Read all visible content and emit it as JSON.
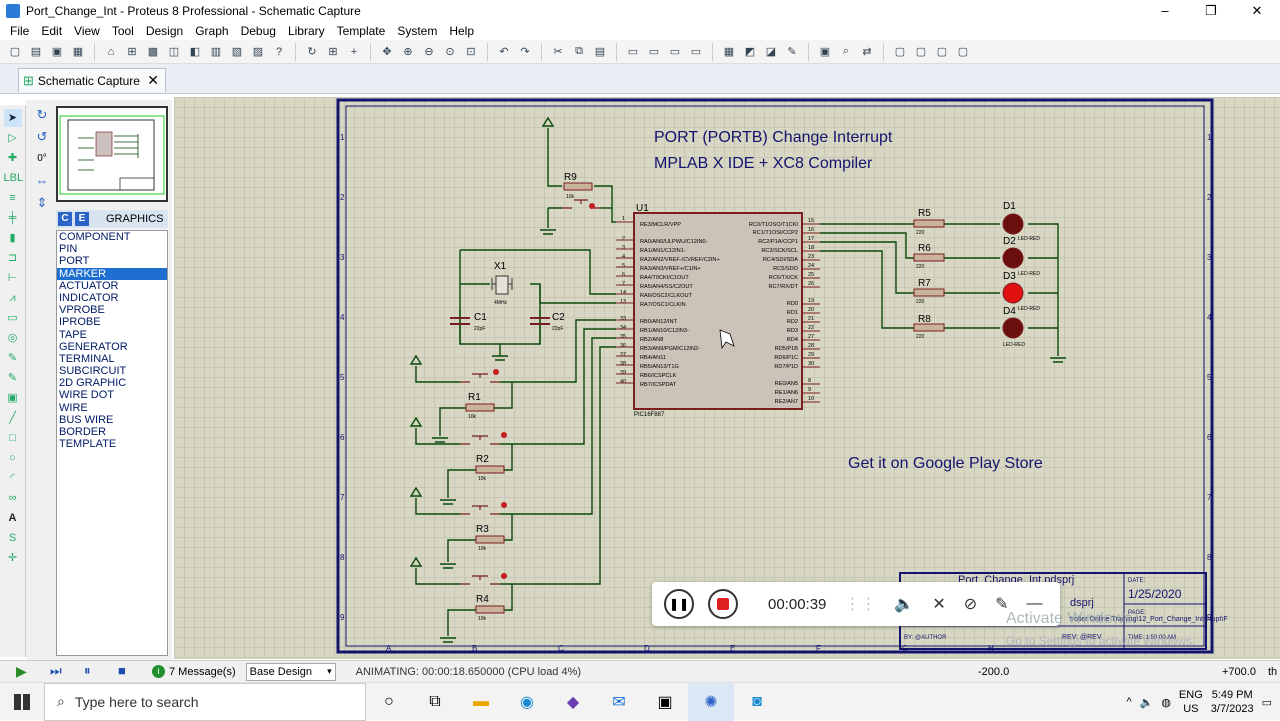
{
  "window": {
    "title": "Port_Change_Int - Proteus 8 Professional - Schematic Capture",
    "minimize": "–",
    "maximize": "❐",
    "close": "✕"
  },
  "menu": [
    "File",
    "Edit",
    "View",
    "Tool",
    "Design",
    "Graph",
    "Debug",
    "Library",
    "Template",
    "System",
    "Help"
  ],
  "tab": {
    "label": "Schematic Capture",
    "close": "✕"
  },
  "side_panel": {
    "rotation": "0°",
    "header": "GRAPHICS",
    "mode_c": "C",
    "mode_e": "E",
    "modes": [
      "COMPONENT",
      "PIN",
      "PORT",
      "MARKER",
      "ACTUATOR",
      "INDICATOR",
      "VPROBE",
      "IPROBE",
      "TAPE",
      "GENERATOR",
      "TERMINAL",
      "SUBCIRCUIT",
      "2D GRAPHIC",
      "WIRE DOT",
      "WIRE",
      "BUS WIRE",
      "BORDER",
      "TEMPLATE"
    ],
    "selected": "MARKER"
  },
  "schematic": {
    "heading1": "PORT (PORTB) Change Interrupt",
    "heading2": "MPLAB X IDE + XC8 Compiler",
    "footer_text": "Get it on Google Play Store",
    "mcu_ref": "U1",
    "mcu_part": "PIC16F887",
    "mcu_pins_left": [
      "RE3/MCLR/VPP",
      "RA0/AN0/ULPWU/C12IN0-",
      "RA1/AN1/C12IN1-",
      "RA2/AN2/VREF-/CVREF/C2IN+",
      "RA3/AN3/VREF+/C1IN+",
      "RA4/T0CKI/C1OUT",
      "RA5/AN4/SS/C2OUT",
      "RA6/OSC2/CLKOUT",
      "RA7/OSC1/CLKIN",
      "RB0/AN12/INT",
      "RB1/AN10/C12IN3-",
      "RB2/AN8",
      "RB3/AN9/PGM/C12IN2-",
      "RB4/AN11",
      "RB5/AN13/T1G",
      "RB6/ICSPCLK",
      "RB7/ICSPDAT"
    ],
    "mcu_pins_right": [
      "RC0/T1OSO/T1CKI",
      "RC1/T1OSI/CCP2",
      "RC2/P1A/CCP1",
      "RC3/SCK/SCL",
      "RC4/SDI/SDA",
      "RC5/SDO",
      "RC6/TX/CK",
      "RC7/RX/DT",
      "RD0",
      "RD1",
      "RD2",
      "RD3",
      "RD4",
      "RD5/P1B",
      "RD6/P1C",
      "RD7/P1D",
      "RE0/AN5",
      "RE1/AN6",
      "RE2/AN7"
    ],
    "pin_nums_left": [
      "1",
      "2",
      "3",
      "4",
      "5",
      "6",
      "7",
      "14",
      "13",
      "33",
      "34",
      "35",
      "36",
      "37",
      "38",
      "39",
      "40"
    ],
    "pin_nums_right": [
      "15",
      "16",
      "17",
      "18",
      "23",
      "24",
      "25",
      "26",
      "19",
      "20",
      "21",
      "22",
      "27",
      "28",
      "29",
      "30",
      "8",
      "9",
      "10"
    ],
    "crystal": {
      "ref": "X1",
      "value": "4MHz"
    },
    "caps": [
      {
        "ref": "C1",
        "value": "22pF"
      },
      {
        "ref": "C2",
        "value": "22pF"
      }
    ],
    "r9": {
      "ref": "R9",
      "value": "10k"
    },
    "button_resistors": [
      {
        "ref": "R1",
        "value": "10k"
      },
      {
        "ref": "R2",
        "value": "10k"
      },
      {
        "ref": "R3",
        "value": "10k"
      },
      {
        "ref": "R4",
        "value": "10k"
      }
    ],
    "led_resistors": [
      {
        "ref": "R5",
        "value": "220"
      },
      {
        "ref": "R6",
        "value": "220"
      },
      {
        "ref": "R7",
        "value": "220"
      },
      {
        "ref": "R8",
        "value": "220"
      }
    ],
    "leds": [
      {
        "ref": "D1",
        "value": "LED-RED"
      },
      {
        "ref": "D2",
        "value": "LED-RED"
      },
      {
        "ref": "D3",
        "value": "LED-RED"
      },
      {
        "ref": "D4",
        "value": "LED-RED"
      }
    ],
    "row_marks": [
      "1",
      "2",
      "3",
      "4",
      "5",
      "6",
      "7",
      "8",
      "9"
    ],
    "col_marks": [
      "A",
      "B",
      "C",
      "D",
      "E",
      "F",
      "G",
      "H"
    ],
    "title_block": {
      "design": "Port_Change_Int.pdsprj",
      "design_short": "dsprj",
      "date_label": "DATE:",
      "date": "1/25/2020",
      "page_label": "PAGE:",
      "path": "troller Online Training\\12_Port_Change_Interrupt\\F",
      "by": "BY: @AUTHOR",
      "rev": "REV: @REV",
      "time": "TIME: 1:50:00 AM"
    }
  },
  "recorder": {
    "time": "00:00:39"
  },
  "watermark": {
    "line1": "Activate Windows",
    "line2": "Go to Settings to activate Windows."
  },
  "status": {
    "messages": "7 Message(s)",
    "layer": "Base Design",
    "animating": "ANIMATING: 00:00:18.650000 (CPU load 4%)",
    "coord_x": "-200.0",
    "coord_y": "+700.0",
    "th": "th"
  },
  "taskbar": {
    "search_placeholder": "Type here to search",
    "lang": "ENG",
    "region": "US",
    "time": "5:49 PM",
    "date": "3/7/2023"
  }
}
